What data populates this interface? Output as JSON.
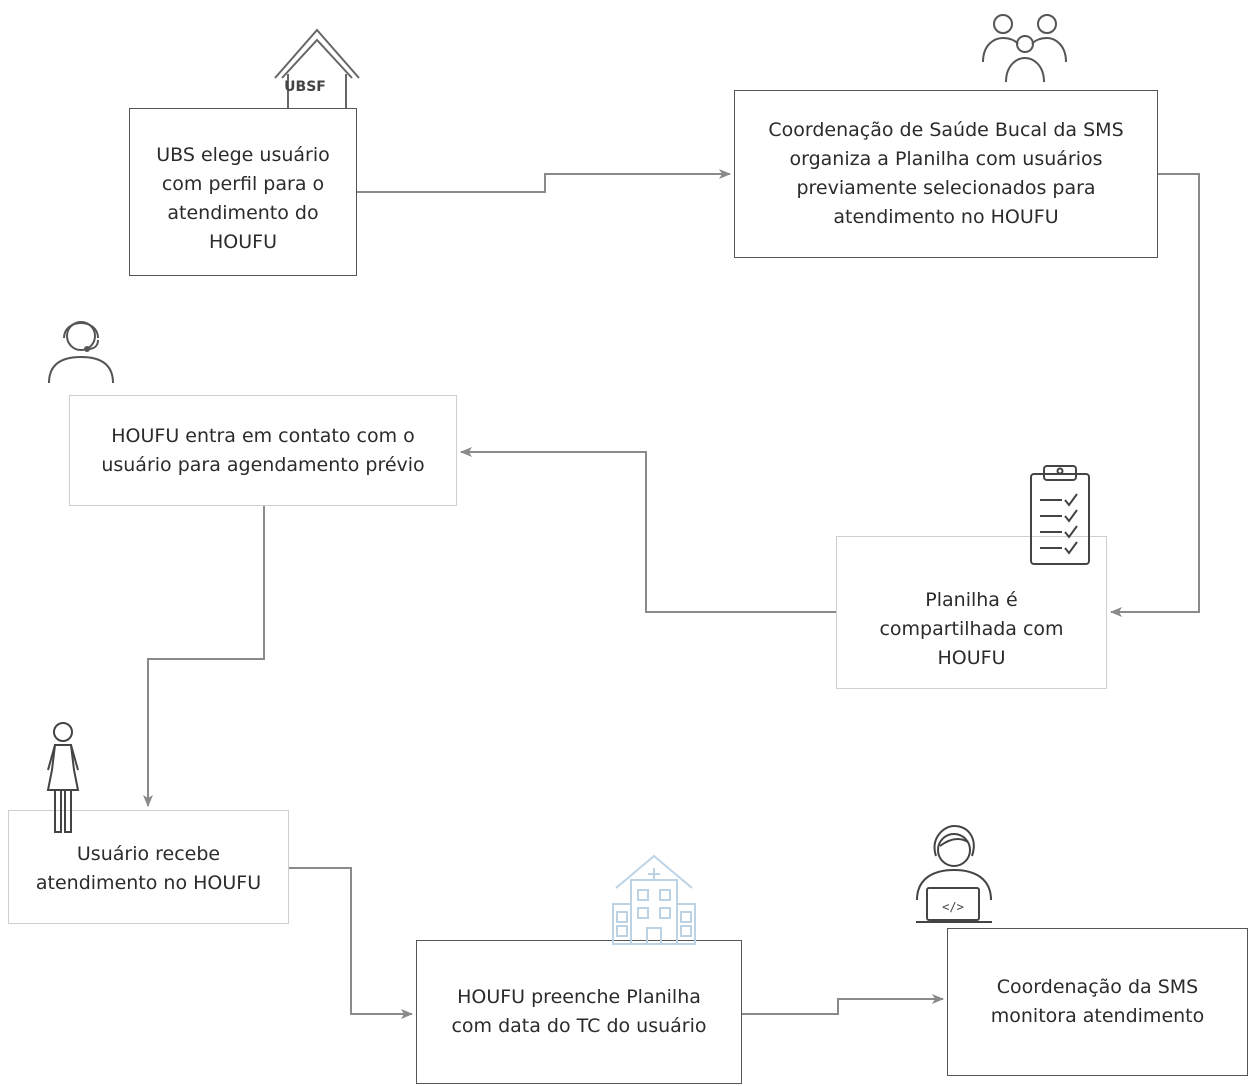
{
  "steps": {
    "ubs_elege": "UBS elege usuário\ncom perfil para o\natendimento do\nHOUFU",
    "coordenacao_organiza": "Coordenação de Saúde Bucal da SMS\norganiza a Planilha com usuários\npreviamente selecionados para\natendimento no HOUFU",
    "houfu_contato": "HOUFU entra em contato com o\nusuário para agendamento prévio",
    "planilha_compartilhada": "Planilha é\ncompartilhada com\nHOUFU",
    "usuario_recebe": "Usuário recebe\natendimento no HOUFU",
    "houfu_preenche": "HOUFU preenche Planilha\ncom data do TC do usuário",
    "coordenacao_monitora": "Coordenação da SMS\nmonitora atendimento"
  },
  "icons": {
    "house_sign": "UBSF",
    "house": "house-icon",
    "group": "group-of-people-icon",
    "headset": "headset-person-icon",
    "clipboard": "clipboard-checklist-icon",
    "woman": "woman-icon",
    "hospital": "hospital-building-icon",
    "developer": "person-at-laptop-icon",
    "code_glyph": "</>"
  },
  "colors": {
    "box_border": "#555555",
    "box_border_light": "#cfcfcf",
    "connector": "#8a8a8a",
    "hospital_icon": "#bcd3e6",
    "text": "#2b2b2b"
  }
}
